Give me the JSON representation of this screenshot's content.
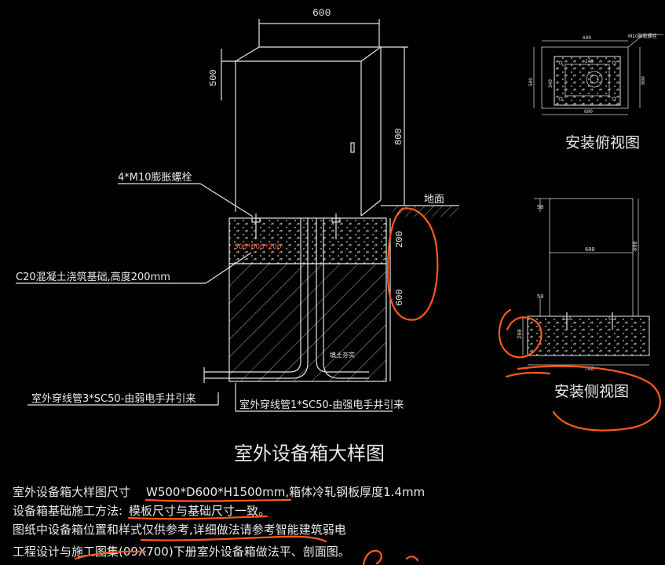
{
  "colors": {
    "background": "#000000",
    "linework": "#e6e6e6",
    "highlight_text": "#ff6633",
    "annotation_ink": "#ff5a1a"
  },
  "main_drawing": {
    "dim_width": "600",
    "dim_depth_top": "500",
    "dim_height": "800",
    "dim_base": "200",
    "dim_below": "600",
    "label_ground": "地面",
    "label_bolt": "4*M10膨胀螺栓",
    "label_base_size": "500*600*200",
    "label_concrete": "C20混凝土浇筑基础,高度200mm",
    "label_pipe_left": "室外穿线管3*SC50-由弱电手井引来",
    "label_pipe_right": "室外穿线管1*SC50-由强电手井引来",
    "label_small_inner": "填土夯实"
  },
  "top_view": {
    "title": "安装俯视图",
    "label_bolt": "M10膨胀螺栓",
    "dim_top": "600",
    "dim_inner": "240",
    "dim_bottom": "600",
    "dim_left": "500",
    "dim_right": "800",
    "dim_left_inner": "340"
  },
  "side_view": {
    "title": "安装侧视图",
    "dim_mid": "600",
    "dim_height": "800",
    "dim_top": "50",
    "dim_mid_left": "50",
    "dim_base": "200",
    "dim_bottom": "700"
  },
  "drawing_title": "室外设备箱大样图",
  "notes": [
    {
      "label": "室外设备箱大样图尺寸",
      "value": "W500*D600*H1500mm,箱体冷轧钢板厚度1.4mm"
    },
    {
      "label": "设备箱基础施工方法:",
      "value": "模板尺寸与基础尺寸一致。"
    },
    {
      "label": "",
      "value": "图纸中设备箱位置和样式仅供参考,详细做法请参考智能建筑弱电"
    },
    {
      "label": "",
      "value": "工程设计与施工图集(09X700)下册室外设备箱做法平、剖面图。"
    }
  ]
}
